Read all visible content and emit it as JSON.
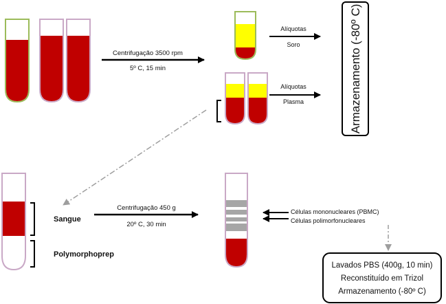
{
  "top": {
    "centrifuge": {
      "line1": "Centrifugação 3500 rpm",
      "line2": "5º C, 15 min"
    },
    "serum": {
      "line1": "Alíquotas",
      "line2": "Soro"
    },
    "plasma": {
      "line1": "Alíquotas",
      "line2": "Plasma"
    },
    "storage": "Armazenamento (-80º C)"
  },
  "bottom": {
    "sangue": "Sangue",
    "polymorphoprep": "Polymorphoprep",
    "centrifuge": {
      "line1": "Centrifugação 450 g",
      "line2": "20º C, 30 min"
    },
    "pbmc": "Células mononucleares (PBMC)",
    "pmn": "Células polimorfonucleares",
    "final_box": {
      "line1": "Lavados PBS (400g, 10 min)",
      "line2": "Reconstituído em Trizol",
      "line3": "Armazenamento (-80º C)"
    }
  },
  "colors": {
    "blood": "#c00000",
    "plasma": "#ffff00",
    "tube_outline_whole": "#9bbb59",
    "tube_outline_sep": "#c9a8c6",
    "band_gray": "#a6a6a6",
    "arrow": "#000000",
    "dashed_arrow": "#9e9e9e"
  }
}
